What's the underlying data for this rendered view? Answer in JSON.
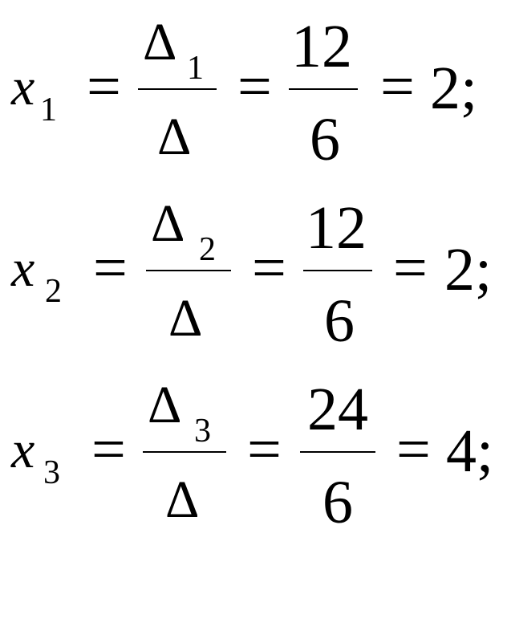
{
  "equations": [
    {
      "variable": "x",
      "index": "1",
      "numerator_symbol": "Δ",
      "numerator_index": "1",
      "denominator_symbol": "Δ",
      "fraction_numerator": "12",
      "fraction_denominator": "6",
      "equals": "=",
      "result": "2;"
    },
    {
      "variable": "x",
      "index": "2",
      "numerator_symbol": "Δ",
      "numerator_index": "2",
      "denominator_symbol": "Δ",
      "fraction_numerator": "12",
      "fraction_denominator": "6",
      "equals": "=",
      "result": "2;"
    },
    {
      "variable": "x",
      "index": "3",
      "numerator_symbol": "Δ",
      "numerator_index": "3",
      "denominator_symbol": "Δ",
      "fraction_numerator": "24",
      "fraction_denominator": "6",
      "equals": "=",
      "result": "4;"
    }
  ]
}
